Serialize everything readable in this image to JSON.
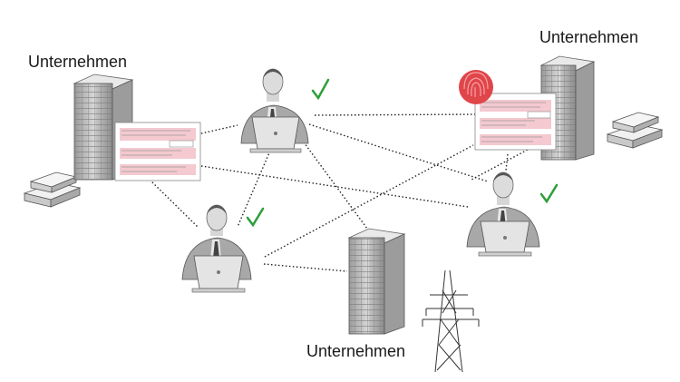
{
  "labels": {
    "company_left": "Unternehmen",
    "company_right": "Unternehmen",
    "company_bottom": "Unternehmen"
  },
  "status": {
    "check_color": "#2e9e3a",
    "fingerprint_color": "#e0454a",
    "document_highlight_color": "#f4c9cf",
    "peer_checks": [
      "verified",
      "verified",
      "verified"
    ],
    "flagged_document": "right"
  },
  "icons": {
    "building": "office-building-icon",
    "person": "person-with-laptop-icon",
    "check": "checkmark-icon",
    "fingerprint": "fingerprint-icon",
    "document": "ledger-document-icon",
    "gold": "gold-bars-icon",
    "pylon": "power-pylon-icon"
  }
}
